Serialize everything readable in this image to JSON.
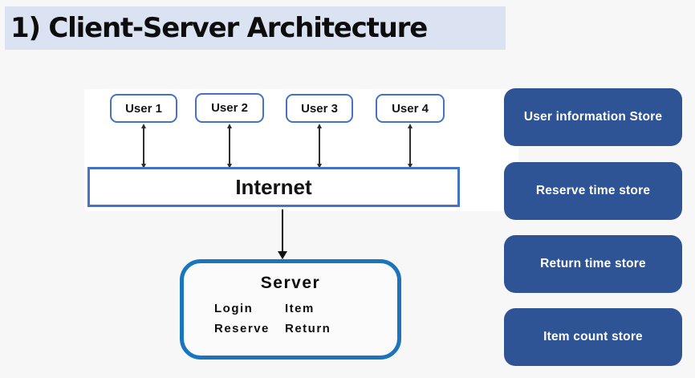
{
  "title": "1) Client-Server Architecture",
  "diagram": {
    "users": [
      {
        "label": "User 1"
      },
      {
        "label": "User 2"
      },
      {
        "label": "User 3"
      },
      {
        "label": "User 4"
      }
    ],
    "internet_label": "Internet",
    "server": {
      "title": "Server",
      "functions": [
        "Login",
        "Item",
        "Reserve",
        "Return"
      ]
    }
  },
  "stores": [
    {
      "label": "User information Store"
    },
    {
      "label": "Reserve time store"
    },
    {
      "label": "Return time store"
    },
    {
      "label": "Item count store"
    }
  ],
  "colors": {
    "page_bg": "#f7f7f8",
    "title_highlight": "#dbe3f2",
    "box_border_blue": "#4472c4",
    "server_border_blue": "#1b75bc",
    "store_button_blue": "#2f5496"
  }
}
